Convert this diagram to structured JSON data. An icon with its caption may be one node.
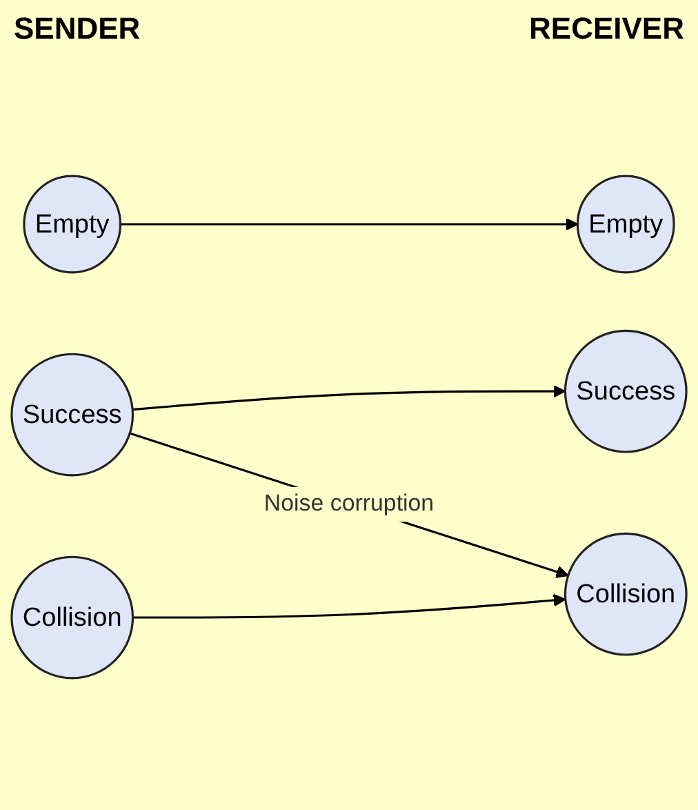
{
  "diagram": {
    "nodes": [
      {
        "text": [
          "Empty"
        ]
      },
      {
        "text": [
          "Empty"
        ]
      },
      {
        "text": [
          "Success"
        ]
      },
      {
        "text": [
          "Success"
        ]
      },
      {
        "text": [
          "Collision"
        ]
      },
      {
        "text": [
          "Collision"
        ]
      }
    ],
    "edges": [
      {
        "from": 0,
        "to": 1,
        "arrow": "to"
      },
      {
        "from": 2,
        "to": 3,
        "arrow": "to"
      },
      {
        "from": 2,
        "to": 5,
        "arrow": "to",
        "label": "Noise corruption"
      },
      {
        "from": 4,
        "to": 5,
        "arrow": "to"
      }
    ],
    "labels": [
      "SENDER",
      "RECEIVER"
    ]
  }
}
